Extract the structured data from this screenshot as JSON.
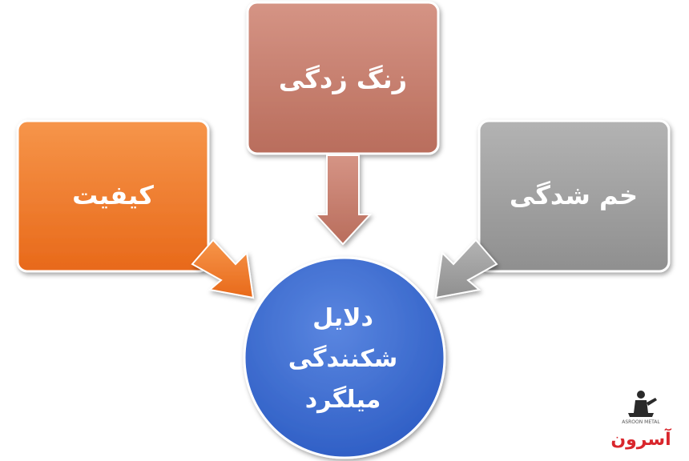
{
  "diagram": {
    "top_box": {
      "label": "زنگ زدگی",
      "color": "#c77f6e"
    },
    "left_box": {
      "label": "کیفیت",
      "color": "#ee7a22"
    },
    "right_box": {
      "label": "خم شدگی",
      "color": "#9e9e9e"
    },
    "center_circle": {
      "lines": [
        "دلایل",
        "شکنندگی",
        "میلگرد"
      ],
      "color": "#3f6fd0"
    }
  },
  "logo": {
    "name": "آسرون",
    "subtitle": "ASROON METAL",
    "color": "#d9262c"
  }
}
